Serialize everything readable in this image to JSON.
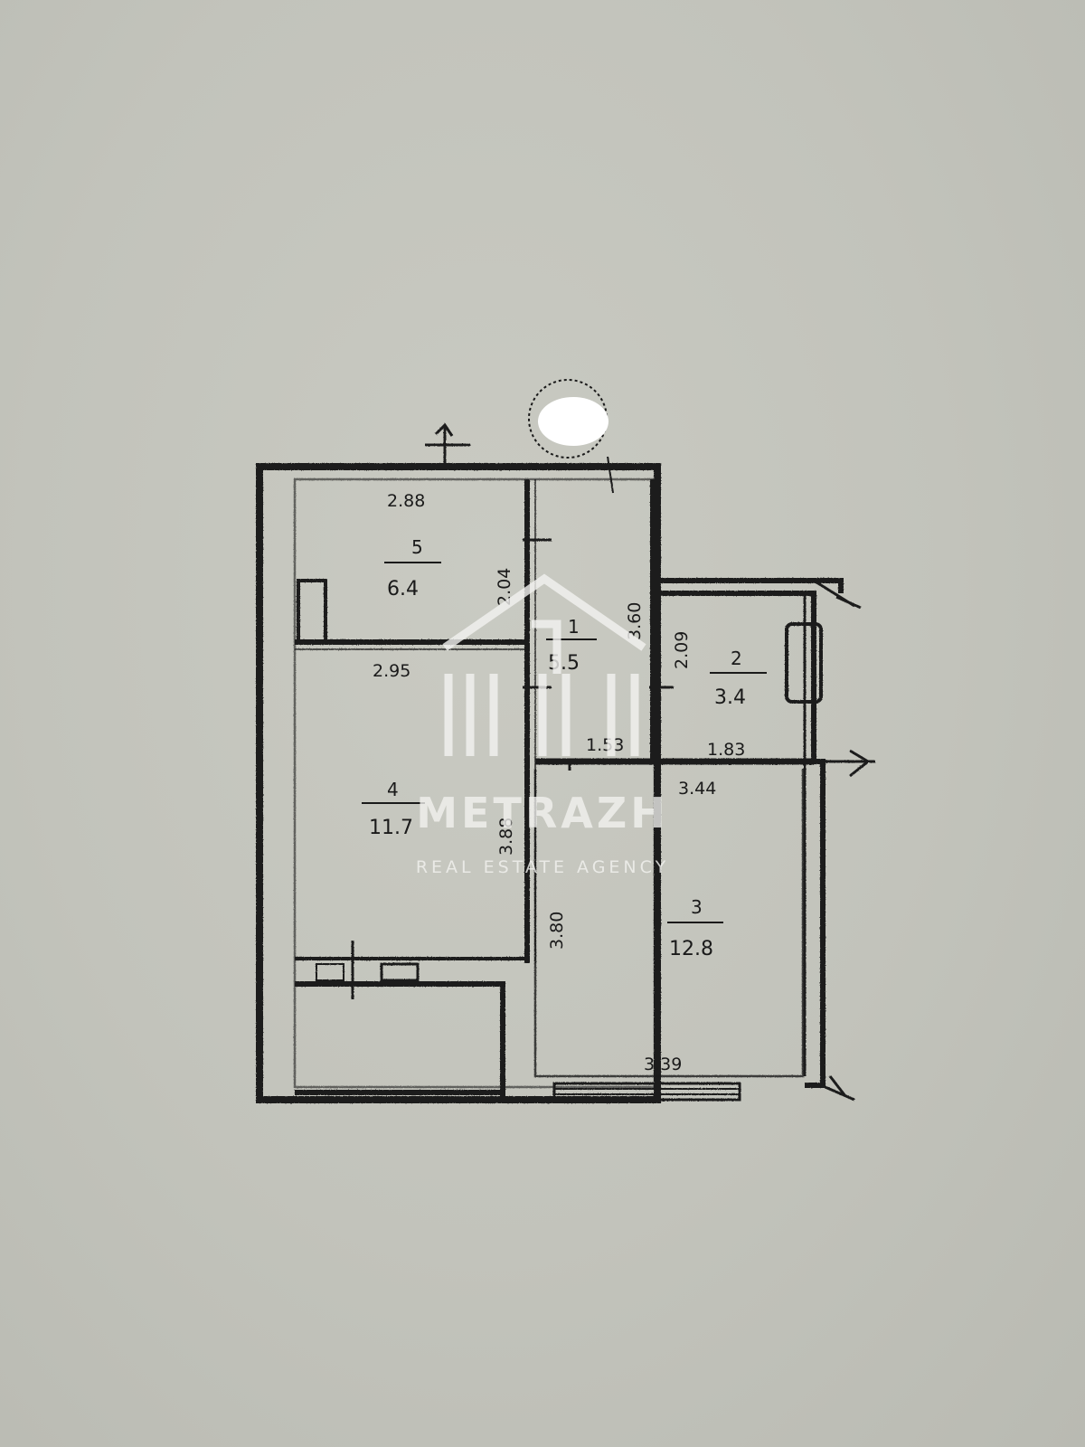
{
  "plan": {
    "rooms": [
      {
        "id": "5",
        "number": "5",
        "area": "6.4",
        "width": "2.88",
        "height": "2.04"
      },
      {
        "id": "1",
        "number": "1",
        "area": "5.5",
        "width": "1.53",
        "height": "3.60"
      },
      {
        "id": "2",
        "number": "2",
        "area": "3.4",
        "width": "1.83",
        "height": "2.09"
      },
      {
        "id": "4",
        "number": "4",
        "area": "11.7",
        "width": "2.95",
        "height": "3.88"
      },
      {
        "id": "3",
        "number": "3",
        "area": "12.8",
        "width_top": "3.44",
        "width_bottom": "3.39",
        "height": "3.80"
      }
    ]
  },
  "watermark": {
    "brand": "METRAZH",
    "tagline": "REAL ESTATE AGENCY"
  },
  "colors": {
    "paper": "#c4c5bd",
    "ink": "#1a1a1a",
    "watermark": "#f2f2f0"
  }
}
